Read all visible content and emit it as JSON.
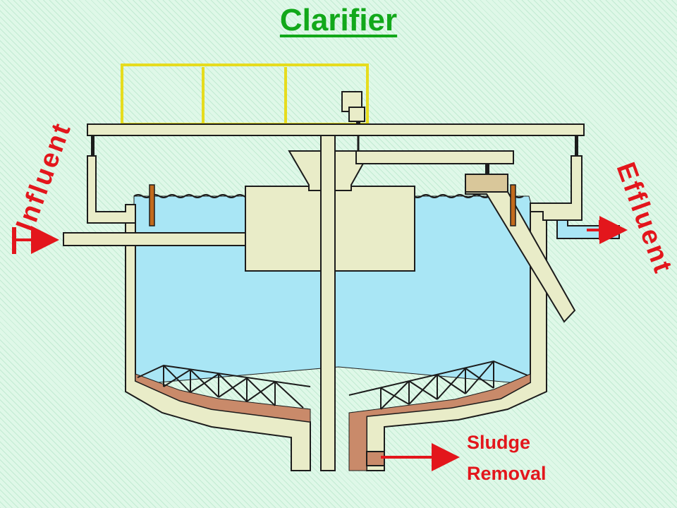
{
  "title": "Clarifier",
  "labels": {
    "influent": "Influent",
    "effluent": "Effluent",
    "sludge_line1": "Sludge",
    "sludge_line2": "Removal"
  },
  "colors": {
    "title": "#12a81a",
    "label": "#e3161c",
    "arrow": "#e3161c",
    "concrete": "#e9ecc8",
    "outline": "#1c1c1c",
    "water": "#a9e6f5",
    "railing": "#e6dc1e",
    "weir": "#c26a1c",
    "sludge": "#c98a6a"
  }
}
